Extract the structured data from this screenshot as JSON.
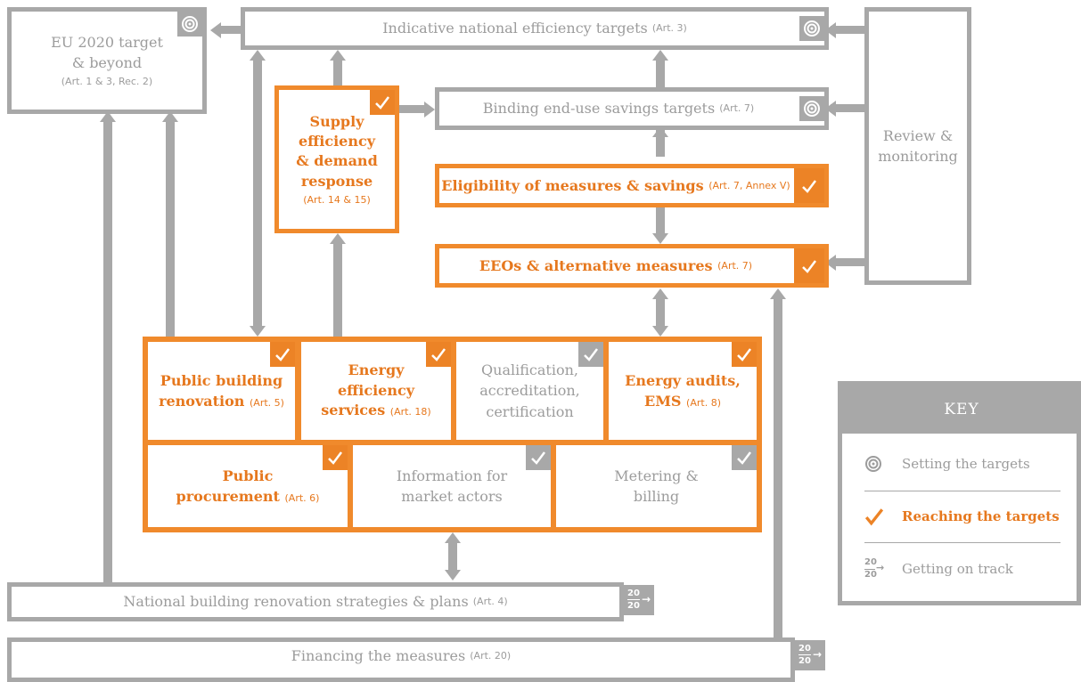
{
  "eu_target": {
    "line1": "EU 2020 target",
    "line2": "& beyond",
    "art": "(Art. 1 & 3, Rec. 2)"
  },
  "indicative": {
    "title": "Indicative national efficiency targets",
    "art": "(Art. 3)"
  },
  "review": {
    "line1": "Review &",
    "line2": "monitoring"
  },
  "supply": {
    "line1": "Supply",
    "line2": "efficiency",
    "line3": "& demand",
    "line4": "response",
    "art": "(Art. 14 & 15)"
  },
  "binding": {
    "title": "Binding end-use savings targets",
    "art": "(Art. 7)"
  },
  "eligibility": {
    "title": "Eligibility of measures & savings",
    "art": "(Art. 7, Annex V)"
  },
  "eeos": {
    "title": "EEOs & alternative measures",
    "art": "(Art. 7)"
  },
  "grid": {
    "public_building": {
      "line1": "Public building",
      "line2": "renovation",
      "art": "(Art. 5)"
    },
    "energy_services": {
      "line1": "Energy",
      "line2": "efficiency",
      "line3": "services",
      "art": "(Art. 18)"
    },
    "qualification": {
      "line1": "Qualification,",
      "line2": "accreditation,",
      "line3": "certification"
    },
    "audits": {
      "line1": "Energy audits,",
      "line2": "EMS",
      "art": "(Art. 8)"
    },
    "procurement": {
      "line1": "Public",
      "line2": "procurement",
      "art": "(Art. 6)"
    },
    "information": {
      "line1": "Information for",
      "line2": "market actors"
    },
    "metering": {
      "line1": "Metering &",
      "line2": "billing"
    }
  },
  "national_renovation": {
    "title": "National building renovation strategies & plans",
    "art": "(Art. 4)"
  },
  "financing": {
    "title": "Financing the measures",
    "art": "(Art. 20)"
  },
  "track_icon": {
    "top": "20",
    "bottom": "20"
  },
  "key": {
    "heading": "KEY",
    "setting": "Setting the targets",
    "reaching": "Reaching the targets",
    "getting": "Getting on track"
  },
  "colors": {
    "grey": "#a8a8a8",
    "orange": "#ec8326"
  },
  "icons": {
    "target": "target-icon",
    "check": "checkmark-icon",
    "track": "twenty-twenty-icon"
  }
}
